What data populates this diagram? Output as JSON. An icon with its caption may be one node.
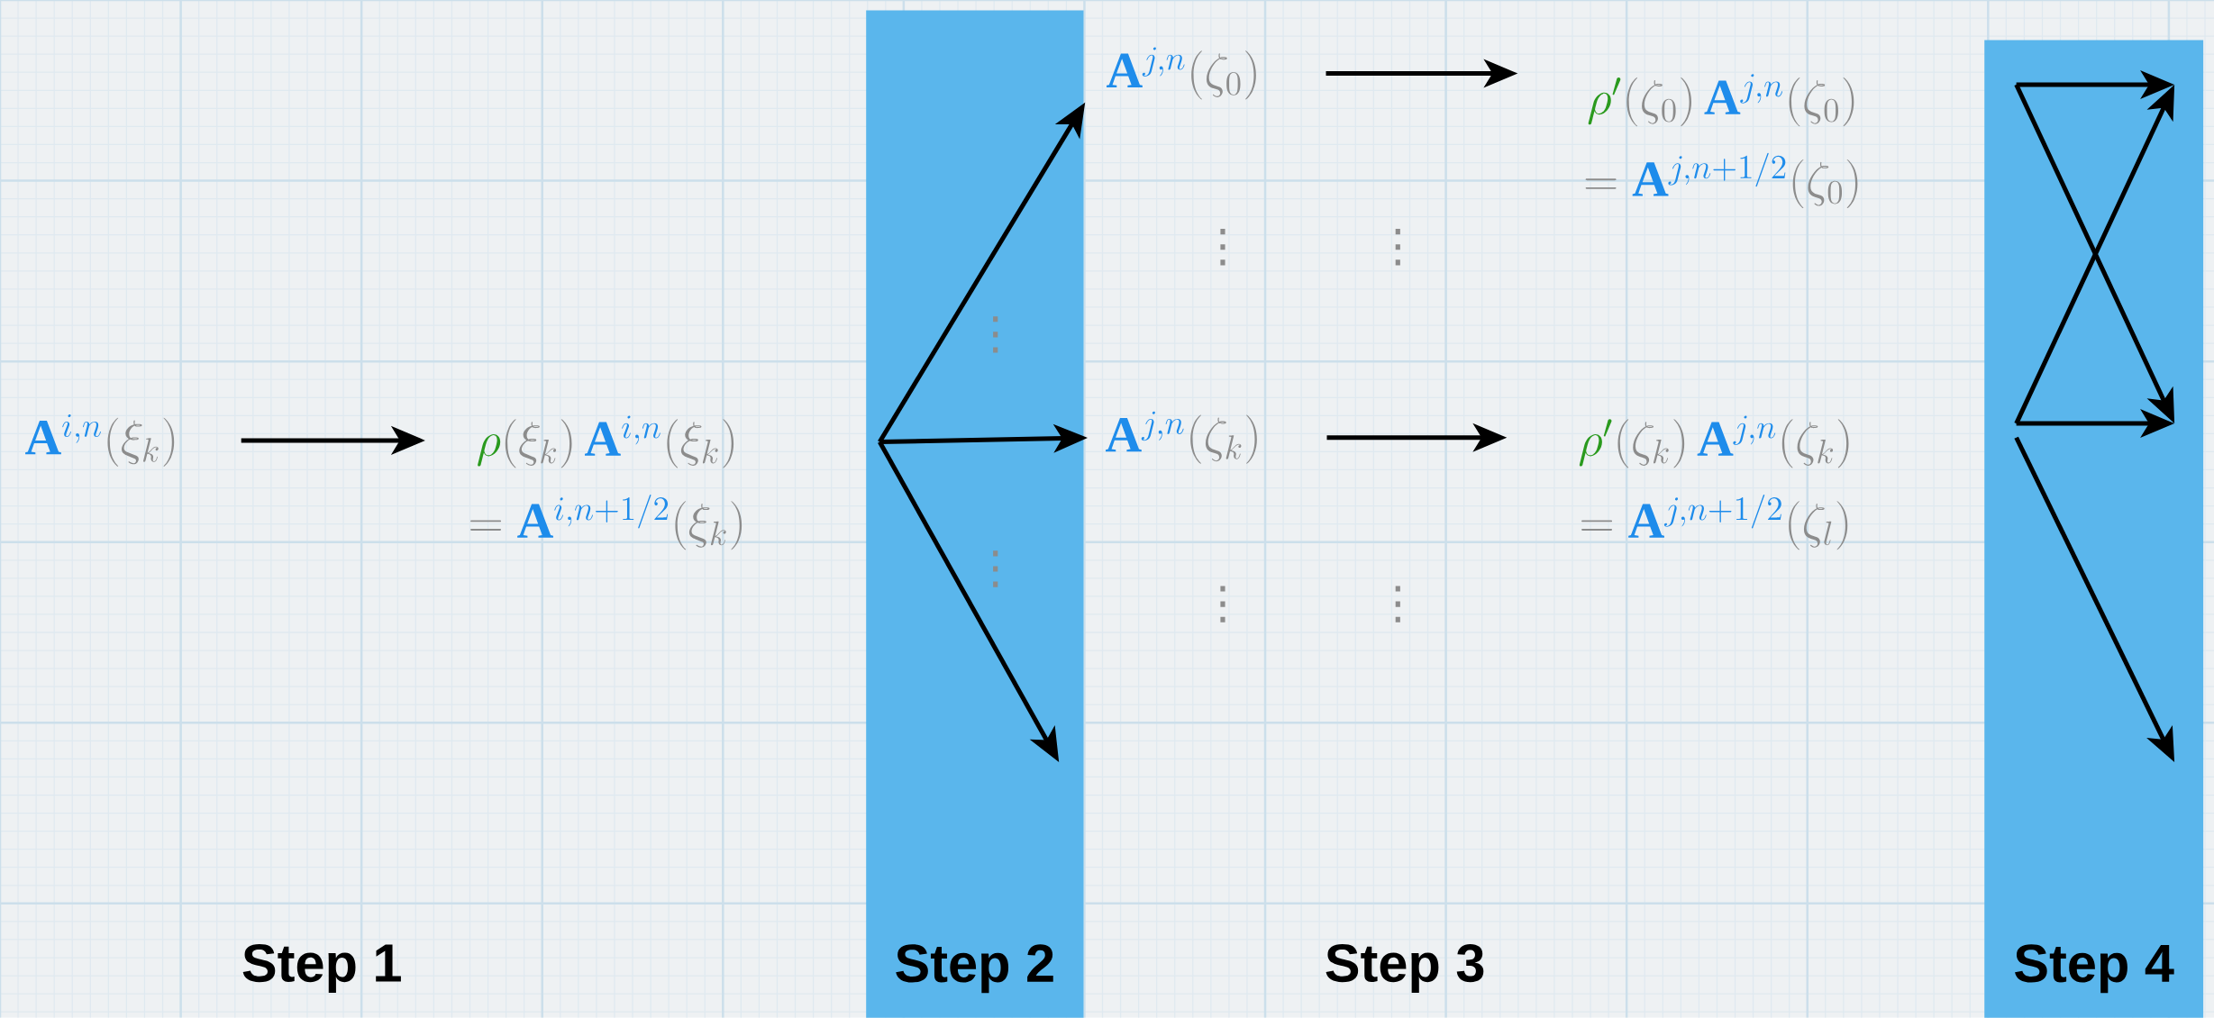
{
  "diagram": {
    "nodes": [
      {
        "text": [
          "\\textcolor[HTML]{1E8CEB}{\\mathbf{A}^{i,n}}(\\xi_k)"
        ]
      },
      {
        "text": [
          "\\textcolor[HTML]{2A9A1E}{\\rho}(\\xi_k)\\,\\textcolor[HTML]{1E8CEB}{\\mathbf{A}^{i,n}}(\\xi_k)",
          "= \\textcolor[HTML]{1E8CEB}{\\mathbf{A}^{i,n+1/2}}(\\xi_k)"
        ]
      },
      {
        "text": [
          "Step 2"
        ]
      },
      {
        "text": [
          "\\textcolor[HTML]{1E8CEB}{\\mathbf{A}^{j,n}}(\\zeta_0)"
        ]
      },
      {
        "text": [
          "\\textcolor[HTML]{2A9A1E}{\\rho'}(\\zeta_0)\\,\\textcolor[HTML]{1E8CEB}{\\mathbf{A}^{j,n}}(\\zeta_0)",
          "= \\textcolor[HTML]{1E8CEB}{\\mathbf{A}^{j,n+1/2}}(\\zeta_0)"
        ]
      },
      {
        "text": [
          "\\textcolor[HTML]{1E8CEB}{\\mathbf{A}^{j,n}}(\\zeta_k)"
        ]
      },
      {
        "text": [
          "\\textcolor[HTML]{2A9A1E}{\\rho'}(\\zeta_k)\\,\\textcolor[HTML]{1E8CEB}{\\mathbf{A}^{j,n}}(\\zeta_k)",
          "= \\textcolor[HTML]{1E8CEB}{\\mathbf{A}^{j,n+1/2}}(\\zeta_l)"
        ]
      },
      {
        "text": [
          "Step 4"
        ]
      }
    ],
    "edges": [
      {
        "from": 0,
        "to": 1,
        "arrow": "to"
      },
      {
        "from": 2,
        "to": 3,
        "arrow": "to"
      },
      {
        "from": 2,
        "to": 5,
        "arrow": "to"
      },
      {
        "from": 2,
        "to": null,
        "arrow": "to"
      },
      {
        "from": 3,
        "to": 4,
        "arrow": "to"
      },
      {
        "from": 5,
        "to": 6,
        "arrow": "to"
      }
    ],
    "labels": [
      "⋮",
      "⋮",
      "⋮",
      "⋮",
      "⋮",
      "⋮",
      "Step 1",
      "Step 3"
    ]
  }
}
